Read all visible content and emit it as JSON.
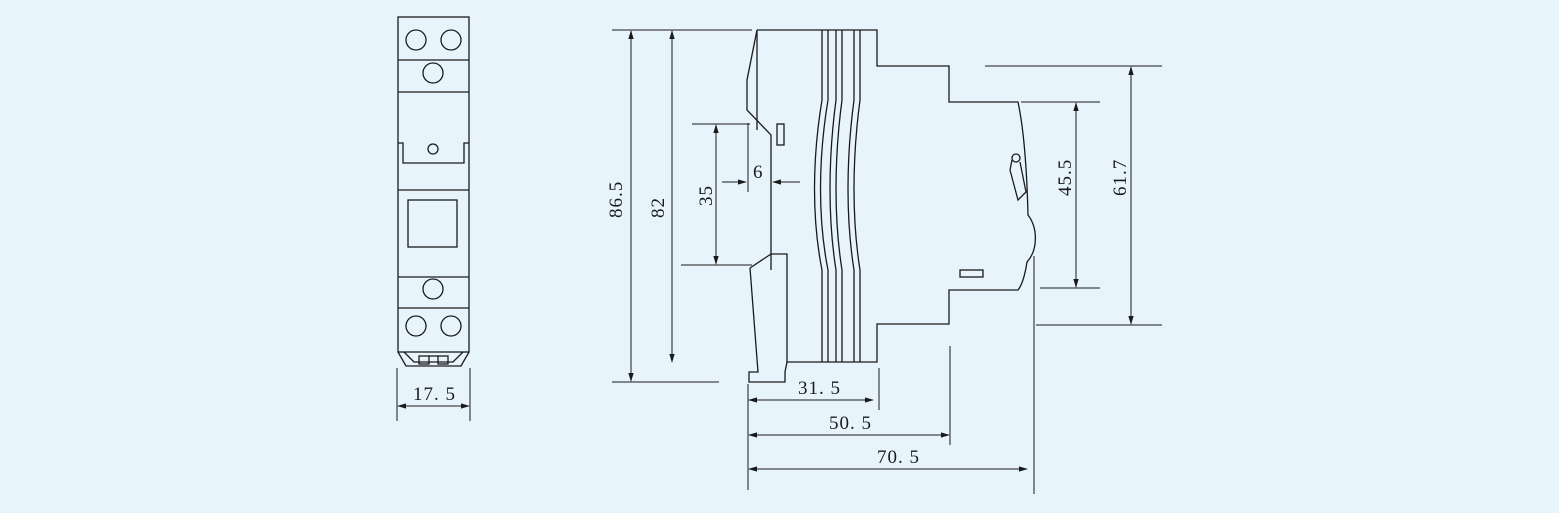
{
  "colors": {
    "background": "#e8f4fc",
    "ink": "#1a1a1a"
  },
  "dimensions": {
    "front_width": "17. 5",
    "height_overall": "86.5",
    "height_inner": "82",
    "rail_width": "35",
    "rail_offset": "6",
    "body_height_small": "45.5",
    "body_height_large": "61.7",
    "depth_1": "31. 5",
    "depth_2": "50. 5",
    "depth_3": "70. 5"
  }
}
